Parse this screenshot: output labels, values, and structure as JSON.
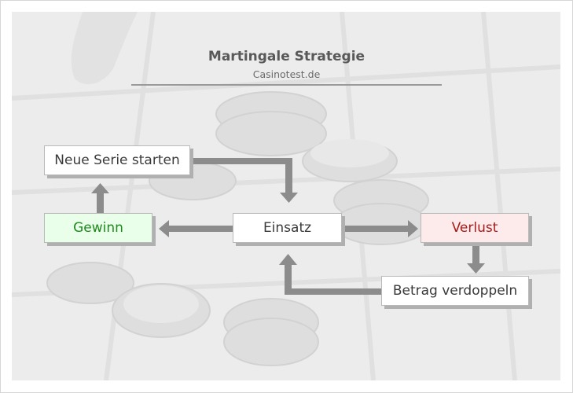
{
  "diagram": {
    "title": "Martingale Strategie",
    "subtitle": "Casinotest.de",
    "nodes": {
      "new_series": "Neue Serie starten",
      "win": "Gewinn",
      "stake": "Einsatz",
      "loss": "Verlust",
      "double": "Betrag verdoppeln"
    },
    "colors": {
      "win_text": "#1e8a1e",
      "win_fill": "#eaffea",
      "loss_text": "#a81a1a",
      "loss_fill": "#fdebeb",
      "arrow": "#8c8c8c"
    }
  }
}
